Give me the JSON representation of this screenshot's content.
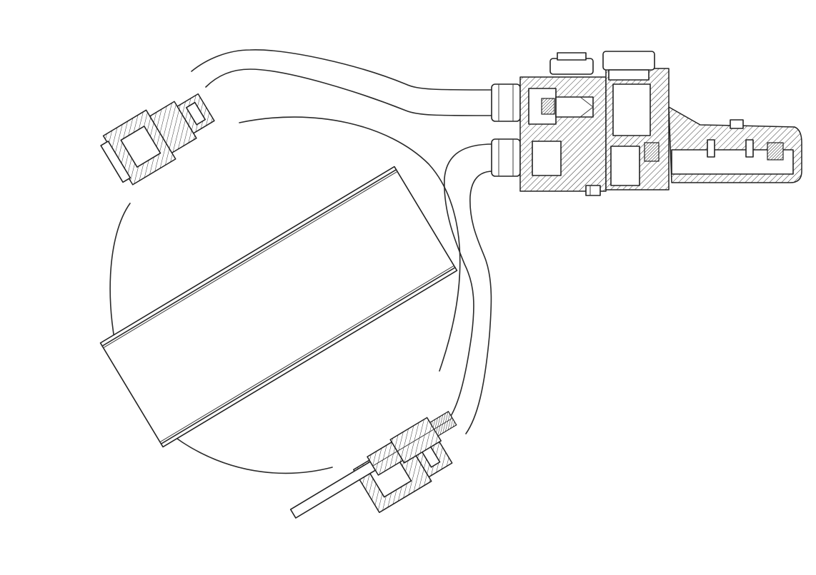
{
  "drawing": {
    "colors": {
      "line": "#2a2a2a",
      "background": "#ffffff"
    },
    "components": [
      "sphere",
      "inner-cylinder",
      "top-end-fitting",
      "bottom-end-fitting",
      "outlet-stem",
      "upper-tube",
      "lower-tube",
      "manifold-block"
    ]
  }
}
